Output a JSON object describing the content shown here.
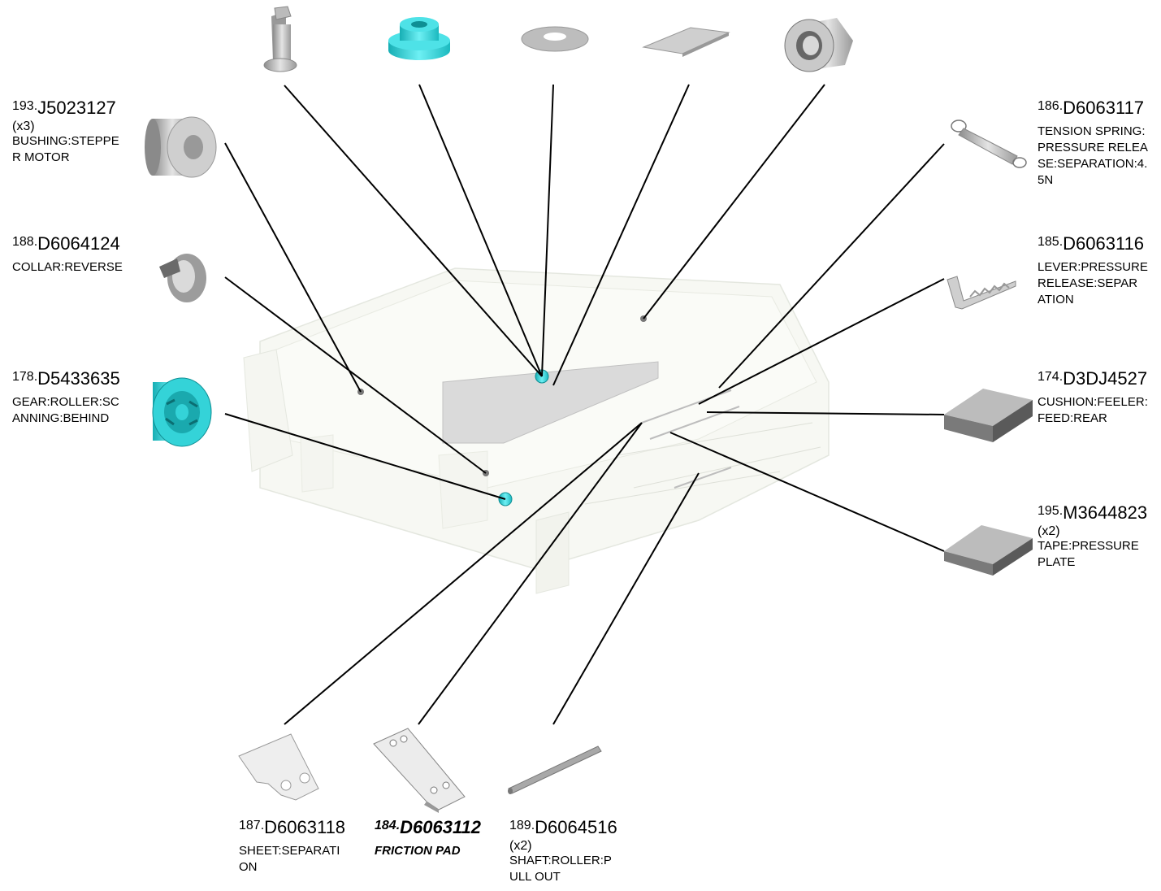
{
  "parts": [
    {
      "id": "193",
      "num": "193.",
      "pn": "J5023127",
      "qty": "(x3)",
      "desc": "BUSHING:STEPPE\nR MOTOR"
    },
    {
      "id": "188",
      "num": "188.",
      "pn": "D6064124",
      "qty": "",
      "desc": "COLLAR:REVERSE"
    },
    {
      "id": "178",
      "num": "178.",
      "pn": "D5433635",
      "qty": "",
      "desc": "GEAR:ROLLER:SC\nANNING:BEHIND"
    },
    {
      "id": "186",
      "num": "186.",
      "pn": "D6063117",
      "qty": "",
      "desc": "TENSION SPRING:\nPRESSURE RELEA\nSE:SEPARATION:4.\n5N"
    },
    {
      "id": "185",
      "num": "185.",
      "pn": "D6063116",
      "qty": "",
      "desc": "LEVER:PRESSURE\n RELEASE:SEPAR\nATION"
    },
    {
      "id": "174",
      "num": "174.",
      "pn": "D3DJ4527",
      "qty": "",
      "desc": "CUSHION:FEELER:\nFEED:REAR"
    },
    {
      "id": "195",
      "num": "195.",
      "pn": "M3644823",
      "qty": "(x2)",
      "desc": "TAPE:PRESSURE\nPLATE"
    },
    {
      "id": "187",
      "num": "187.",
      "pn": "D6063118",
      "qty": "",
      "desc": "SHEET:SEPARATI\nON"
    },
    {
      "id": "184",
      "num": "184.",
      "pn": "D6063112",
      "qty": "",
      "desc": "FRICTION PAD"
    },
    {
      "id": "189",
      "num": "189.",
      "pn": "D6064516",
      "qty": "(x2)",
      "desc": "SHAFT:ROLLER:P\nULL OUT"
    }
  ],
  "highlight_color": "#2fd3d8",
  "part_gray": "#a8a8a8",
  "line_color": "#000000"
}
